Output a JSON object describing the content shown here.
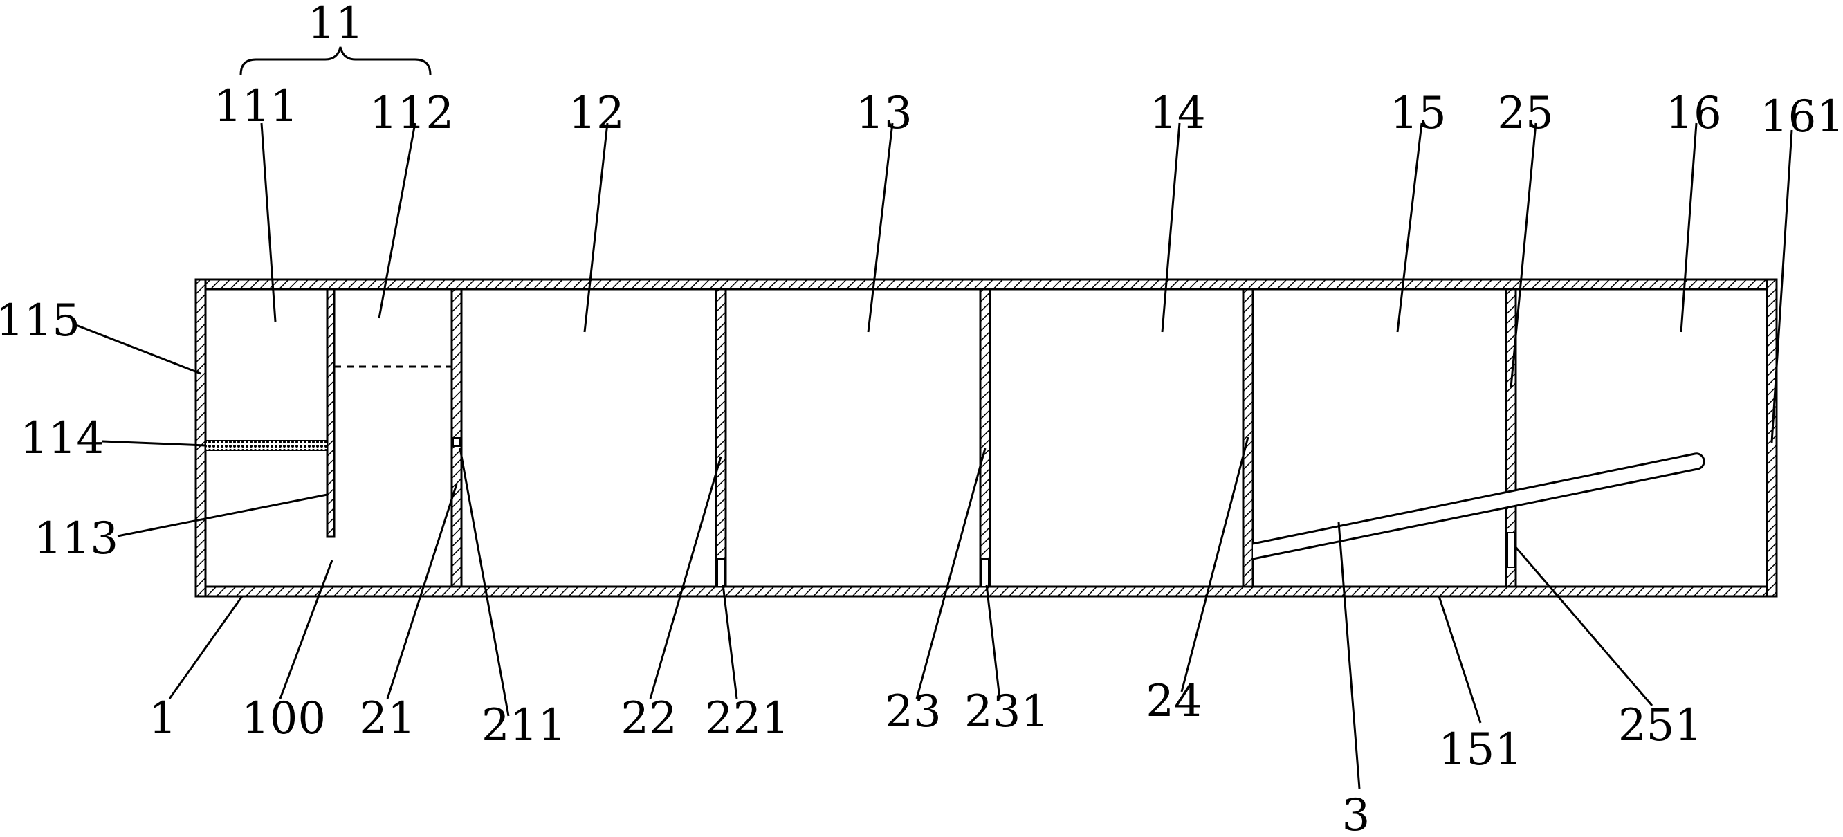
{
  "labels": {
    "l11": "11",
    "l111": "111",
    "l112": "112",
    "l12": "12",
    "l13": "13",
    "l14": "14",
    "l15": "15",
    "l25": "25",
    "l16": "16",
    "l161": "161",
    "l115": "115",
    "l114": "114",
    "l113": "113",
    "l1": "1",
    "l100": "100",
    "l21": "21",
    "l211": "211",
    "l22": "22",
    "l221": "221",
    "l23": "23",
    "l231": "231",
    "l24": "24",
    "l151": "151",
    "l251": "251",
    "l3": "3"
  }
}
